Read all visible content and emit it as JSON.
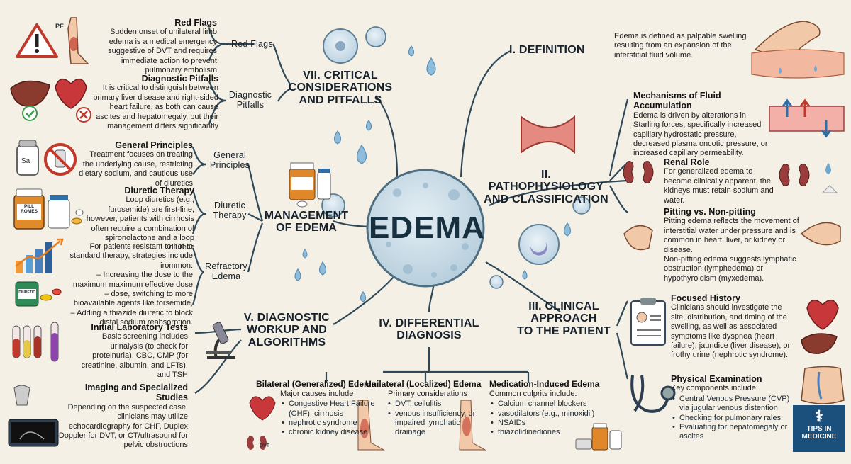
{
  "center": {
    "title": "EDEMA"
  },
  "definition": {
    "title": "I. DEFINITION",
    "text": "Edema is defined as palpable swelling resulting from an expansion of the interstitial fluid volume."
  },
  "patho": {
    "title_line1": "II. PATHOPHYSIOLOGY",
    "title_line2": "AND CLASSIFICATION",
    "mechanisms": {
      "title": "Mechanisms of Fluid Accumulation",
      "text": "Edema is driven by alterations in Starling forces, specifically increased capillary hydrostatic pressure, decreased plasma oncotic pressure, or increased capillary permeability."
    },
    "renal": {
      "title": "Renal Role",
      "text": "For generalized edema to become clinically apparent, the kidneys must retain sodium and water."
    },
    "pitting": {
      "title": "Pitting vs. Non-pitting",
      "text1": "Pitting edema reflects the movement of interstitial water under pressure and is common in heart, liver, or kidney or disease.",
      "text2": "Non-pitting edema suggests lymphatic obstruction (lymphedema) or hypothyroidism (myxedema)."
    }
  },
  "clinical": {
    "title_line1": "III. CLINICAL",
    "title_line2": "APPROACH",
    "title_line3": "TO THE PATIENT",
    "history": {
      "title": "Focused History",
      "text": "Clinicians should investigate the site, distribution, and timing of the swelling, as well as associated symptoms like dyspnea (heart failure), jaundice (liver disease), or frothy urine (nephrotic syndrome)."
    },
    "exam": {
      "title": "Physical Examination",
      "intro": "Key components include:",
      "items": [
        "Central Venous Pressure (CVP) via jugular venous distention",
        "Checking for pulmonary rales",
        "Evaluating for hepatomegaly or ascites"
      ]
    }
  },
  "differential": {
    "title_line1": "IV. DIFFERENTIAL",
    "title_line2": "DIAGNOSIS",
    "bilateral": {
      "title": "Bilateral (Generalized) Edema",
      "intro": "Major causes include",
      "items": [
        "Congestive Heart Failure (CHF), cirrhosis",
        "nephrotic syndrome",
        "chronic kidney disease"
      ]
    },
    "unilateral": {
      "title": "Unilateral (Localized) Edema",
      "intro": "Primary considerations",
      "items": [
        "DVT, cellulitis",
        "venous insufficiency, or impaired lymphatic drainage"
      ]
    },
    "medication": {
      "title": "Medication-Induced Edema",
      "intro": "Common culprits include:",
      "items": [
        "Calcium channel blockers",
        "vasodilators (e.g., minoxidil)",
        "NSAIDs",
        "thiazolidinediones"
      ]
    },
    "dvt_label": "DVT"
  },
  "workup": {
    "title_line1": "V. DIAGNOSTIC",
    "title_line2": "WORKUP AND",
    "title_line3": "ALGORITHMS",
    "labs": {
      "title": "Initial Laboratory Tests",
      "text": "Basic screening includes urinalysis (to check for proteinuria), CBC, CMP (for creatinine, albumin, and LFTs), and TSH"
    },
    "imaging": {
      "title": "Imaging and Specialized Studies",
      "text": "Depending on the suspected case, clinicians may utilize echocardiography for CHF, Duplex Doppler for DVT, or CT/ultrasound for pelvic obstructions"
    }
  },
  "management": {
    "title_line1": "MANAGEMENT",
    "title_line2": "OF EDEMA",
    "branch_general_1": "General",
    "branch_general_2": "Principles",
    "branch_diuretic_1": "Diuretic",
    "branch_diuretic_2": "Therapy",
    "branch_refractory_1": "Refractory",
    "branch_refractory_2": "Edema",
    "general": {
      "title": "General Principles",
      "text": "Treatment focuses on treating the underlying cause, restricting dietary sodium, and cautious use of diuretics"
    },
    "diuretic": {
      "title": "Diuretic Therapy",
      "text": "Loop diuretics (e.g., furosemide) are first-line, however, patients with cirrhosis often require a combination of spironolactone and a loop diuretic"
    },
    "refractory": {
      "line1": "For patients resistant to hot to standard therapy, strategies include irommon:",
      "line2": "– Increasing the dose to the maximum maximum effective dose",
      "line3": "– dose, switching to more bioavailable agents like torsemide,",
      "line4": "– Adding a thiazide diuretic to block distal sodium reabsorption."
    },
    "salt_label": "Sa",
    "pill_label": "PILL ROMES",
    "diuretic_label": "DIURETIC"
  },
  "critical": {
    "title_line1": "VII. CRITICAL",
    "title_line2": "CONSIDERATIONS",
    "title_line3": "AND PITFALLS",
    "branch_red": "Red Flags",
    "branch_diag_1": "Diagnostic",
    "branch_diag_2": "Pitfalls",
    "red": {
      "title": "Red Flags",
      "text": "Sudden onset of unilateral limb edema is a medical emergency suggestive of DVT and requires immediate action to prevent pulmonary embolism"
    },
    "pitfalls": {
      "title": "Diagnostic Pitfalls",
      "text": "It is critical to distinguish between primary liver disease and right-sided heart failure, as both can cause ascites and hepatomegaly, but their management differs significantly"
    },
    "pe_label": "PE"
  },
  "logo": {
    "line1": "TIPS IN",
    "line2": "MEDICINE"
  },
  "colors": {
    "background": "#f4f0e6",
    "connector": "#2f4858",
    "cell_blue": "#c8dbe8",
    "drop_blue": "#6fa8cf",
    "accent_red": "#c0392b",
    "logo_blue": "#1b4f7c"
  }
}
